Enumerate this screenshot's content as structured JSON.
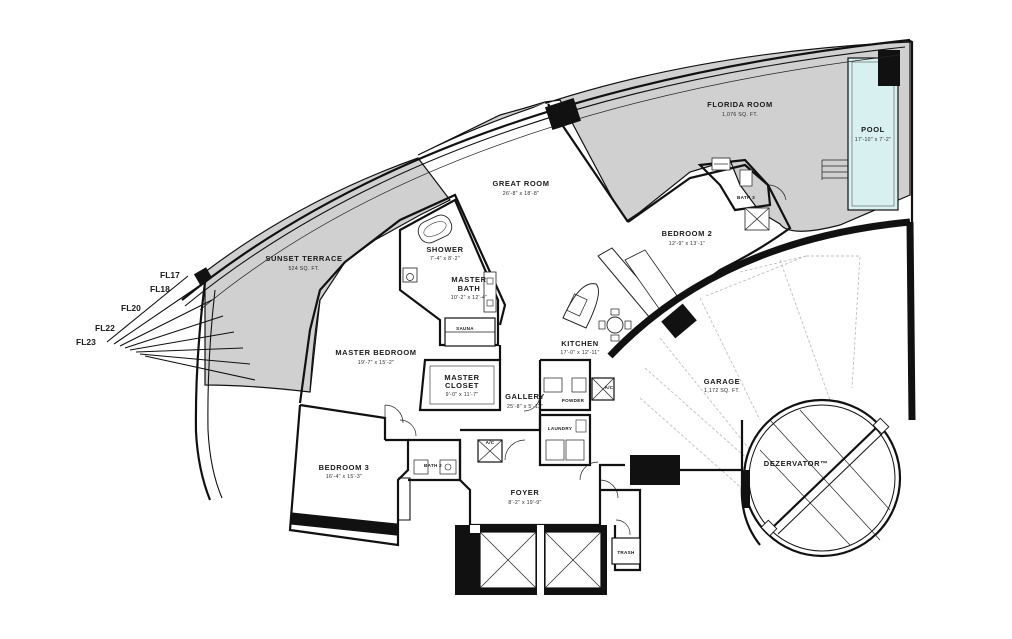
{
  "rooms": {
    "florida_room": {
      "name": "FLORIDA ROOM",
      "size": "1,076 SQ. FT."
    },
    "pool": {
      "name": "POOL",
      "size": "17'-10\" x 7'-2\""
    },
    "great_room": {
      "name": "GREAT ROOM",
      "size": "26'-8\" x 18'-8\""
    },
    "bedroom_2": {
      "name": "BEDROOM 2",
      "size": "12'-9\" x 13'-1\""
    },
    "bath_3": {
      "name": "BATH 3"
    },
    "sunset_terrace": {
      "name": "SUNSET TERRACE",
      "size": "524 SQ. FT."
    },
    "shower": {
      "name": "SHOWER",
      "size": "7'-4\" x 8'-2\""
    },
    "master_bath": {
      "name": "MASTER",
      "name2": "BATH",
      "size": "10'-2\" x 12'-4\""
    },
    "sauna": {
      "name": "SAUNA"
    },
    "master_bedroom": {
      "name": "MASTER BEDROOM",
      "size": "19'-7\" x 15'-2\""
    },
    "master_closet": {
      "name": "MASTER",
      "name2": "CLOSET",
      "size": "9'-0\" x 11'-7\""
    },
    "kitchen": {
      "name": "KITCHEN",
      "size": "17'-0\" x 12'-11\""
    },
    "gallery": {
      "name": "GALLERY",
      "size": "25'-8\" x 5'-11\""
    },
    "powder": {
      "name": "POWDER"
    },
    "laundry": {
      "name": "LAUNDRY"
    },
    "ac_kitchen": {
      "name": "A/C"
    },
    "ac_gallery": {
      "name": "A/C"
    },
    "garage": {
      "name": "GARAGE",
      "size": "1,172 SQ. FT."
    },
    "dezervator": {
      "name": "DEZERVATOR™"
    },
    "bedroom_3": {
      "name": "BEDROOM 3",
      "size": "16'-4\" x 15'-3\""
    },
    "bath_2": {
      "name": "BATH 2"
    },
    "foyer": {
      "name": "FOYER",
      "size": "8'-2\" x 19'-9\""
    },
    "trash": {
      "name": "TRASH"
    }
  },
  "floors": [
    "FL17",
    "FL18",
    "FL20",
    "FL22",
    "FL23"
  ],
  "colors": {
    "terrace_fill": "#d0d0d0",
    "pool_fill": "#d8f0f0",
    "wall": "#111111"
  }
}
